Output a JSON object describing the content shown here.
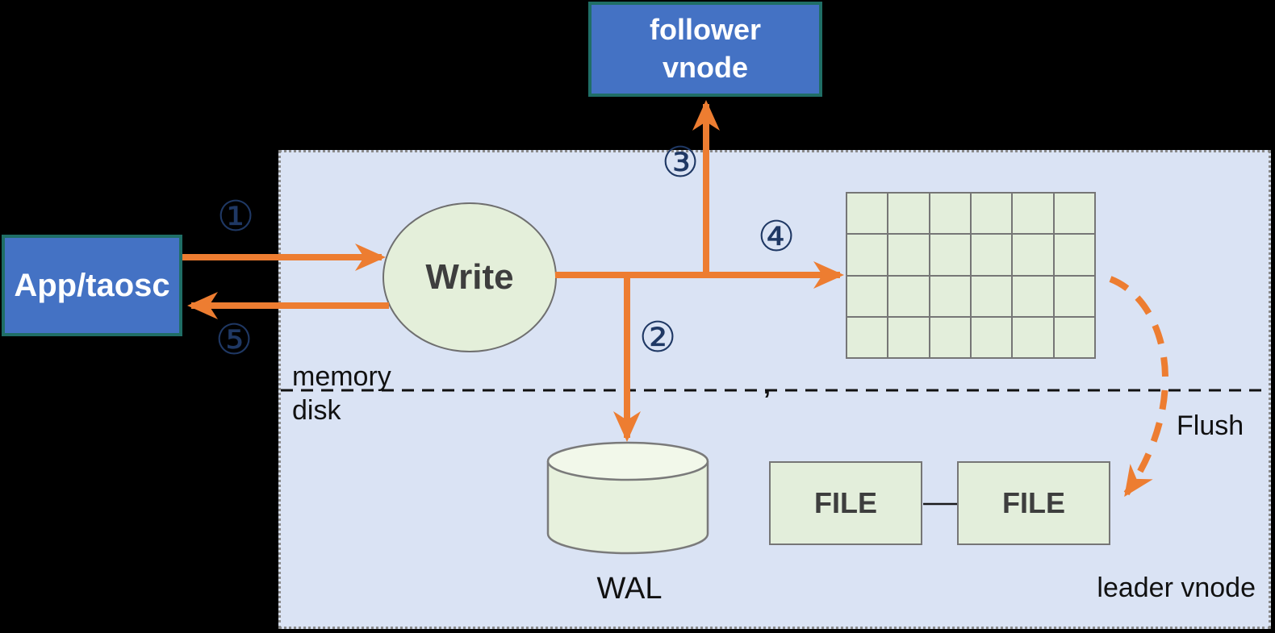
{
  "colors": {
    "background": "#000000",
    "panel_fill": "#DAE3F4",
    "panel_border": "#8A8A8A",
    "node_blue_fill": "#4472C4",
    "node_blue_border": "#1F6E66",
    "shape_green_fill": "#E3EEDB",
    "shape_green_border": "#767676",
    "arrow_orange": "#ED7D31",
    "step_number_navy": "#1F3864",
    "node_text_dark": "#3E3E3E",
    "label_text_black": "#111111"
  },
  "nodes": {
    "follower": {
      "line1": "follower",
      "line2": "vnode"
    },
    "app": {
      "label": "App/taosc"
    },
    "write": {
      "label": "Write"
    },
    "wal": {
      "label": "WAL"
    },
    "files": [
      {
        "label": "FILE"
      },
      {
        "label": "FILE"
      }
    ],
    "memtable_grid": {
      "rows": 4,
      "cols": 6
    }
  },
  "labels": {
    "memory": "memory",
    "disk": "disk",
    "flush": "Flush",
    "leader": "leader vnode",
    "stray_mark": ","
  },
  "steps": [
    "①",
    "②",
    "③",
    "④",
    "⑤"
  ]
}
